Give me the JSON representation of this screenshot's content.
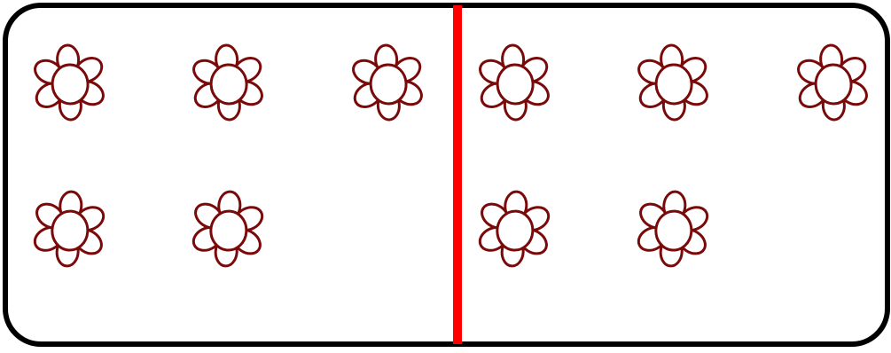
{
  "colors": {
    "background": "#ffffff",
    "frame": "#000000",
    "divider": "#ff0000",
    "flower": "#7a0a0a"
  },
  "icon": "flower-icon",
  "panels": [
    {
      "name": "left",
      "flower_count": 5,
      "rows": [
        3,
        2
      ]
    },
    {
      "name": "right",
      "flower_count": 5,
      "rows": [
        3,
        2
      ]
    }
  ]
}
